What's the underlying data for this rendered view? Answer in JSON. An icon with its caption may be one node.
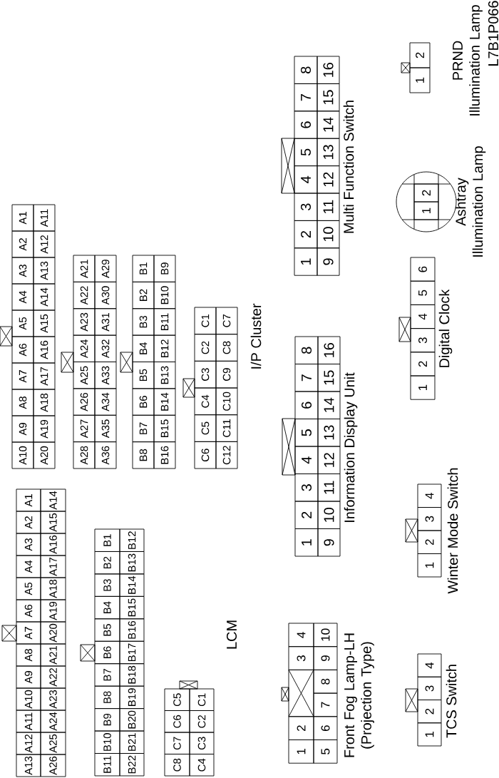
{
  "diagram": {
    "labels": [
      "L7B1P066",
      "1",
      "2",
      "PRND Illumination Lamp",
      "1",
      "2",
      "Ashtray Illumination Lamp",
      "1",
      "2",
      "3",
      "4",
      "5",
      "6",
      "7",
      "8",
      "9",
      "10",
      "11",
      "12",
      "13",
      "14",
      "15",
      "16",
      "Multi Function Switch",
      "1",
      "2",
      "3",
      "4",
      "5",
      "6",
      "Digital Clock",
      "A1",
      "A2",
      "A3",
      "A4",
      "A5",
      "A6",
      "A7",
      "A8",
      "A9",
      "A10",
      "A11",
      "A12",
      "A13",
      "A14",
      "A15",
      "A16",
      "A17",
      "A18",
      "A19",
      "A20",
      "A21",
      "A22",
      "A23",
      "A24",
      "A25",
      "A26",
      "A27",
      "A28",
      "A29",
      "A30",
      "A31",
      "A32",
      "A33",
      "A34",
      "A35",
      "A36",
      "B1",
      "B2",
      "B3",
      "B4",
      "B5",
      "B6",
      "B7",
      "B8",
      "B9",
      "B10",
      "B11",
      "B12",
      "B13",
      "B14",
      "B15",
      "B16",
      "C1",
      "C2",
      "C3",
      "C4",
      "C5",
      "C6",
      "C7",
      "C8",
      "C9",
      "C10",
      "C11",
      "C12",
      "I/P Cluster",
      "1",
      "2",
      "3",
      "4",
      "5",
      "6",
      "7",
      "8",
      "9",
      "10",
      "11",
      "12",
      "13",
      "14",
      "15",
      "16",
      "Information Display Unit",
      "1",
      "2",
      "3",
      "4",
      "Winter Mode Switch",
      "A1",
      "A2",
      "A3",
      "A4",
      "A5",
      "A6",
      "A7",
      "A8",
      "A9",
      "A10",
      "A11",
      "A12",
      "A13",
      "A14",
      "A15",
      "A16",
      "A17",
      "A18",
      "A19",
      "A20",
      "A21",
      "A22",
      "A23",
      "A24",
      "A25",
      "A26",
      "B1",
      "B2",
      "B3",
      "B4",
      "B5",
      "B6",
      "B7",
      "B8",
      "B9",
      "B10",
      "B11",
      "B12",
      "B13",
      "B14",
      "B15",
      "B16",
      "B17",
      "B18",
      "B19",
      "B20",
      "B21",
      "B22",
      "C1",
      "C2",
      "C3",
      "C4",
      "C5",
      "C6",
      "C7",
      "C8",
      "LCM",
      "1",
      "2",
      "3",
      "4",
      "5",
      "6",
      "7",
      "8",
      "9",
      "10",
      "Front Fog Lamp-LH (Projection Type)",
      "1",
      "2",
      "3",
      "4",
      "TCS Switch"
    ]
  }
}
